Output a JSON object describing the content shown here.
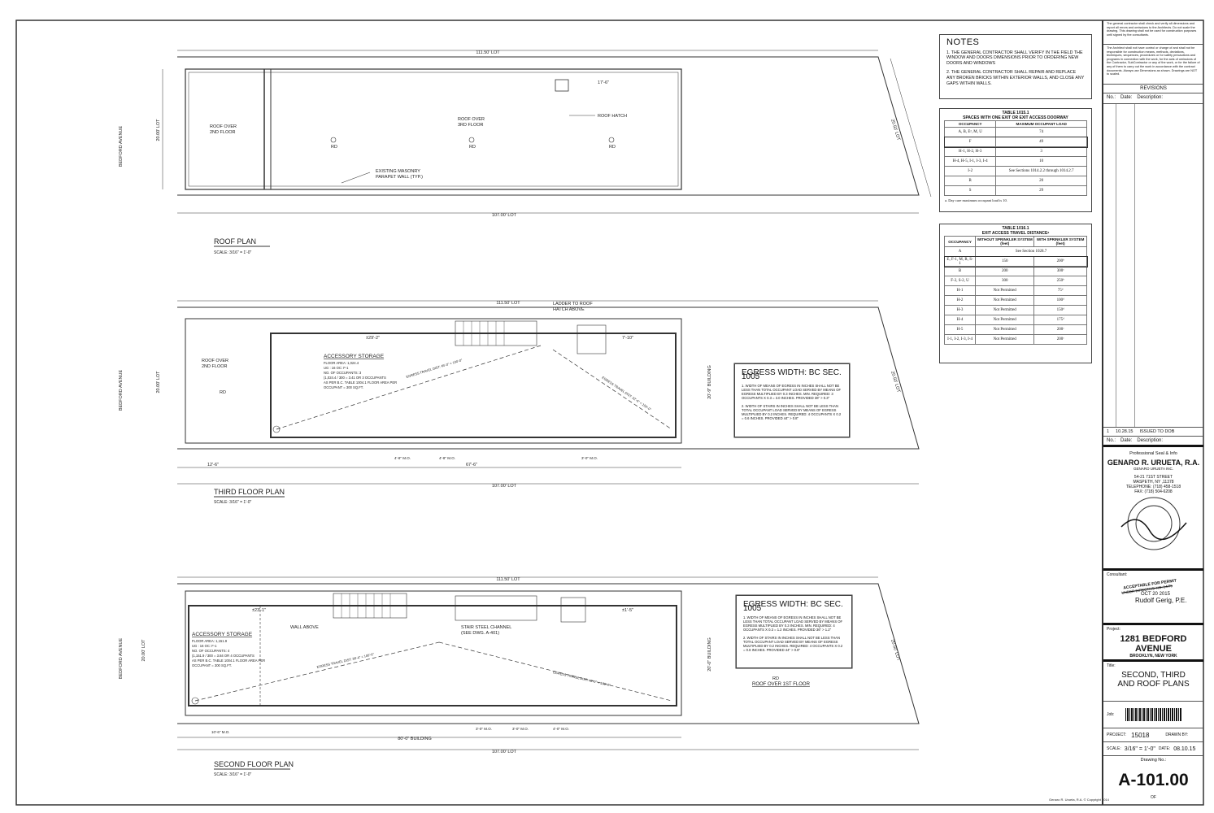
{
  "street": "BEDFORD AVENUE",
  "roof_plan": {
    "title": "ROOF PLAN",
    "scale": "SCALE: 3/16\" = 1'-0\"",
    "dim_top": "111.50' LOT",
    "dim_bottom": "107.00' LOT",
    "dim_left": "20.00' LOT",
    "dim_right": "20.50' LOT",
    "label_left": [
      "ROOF OVER",
      "2ND FLOOR"
    ],
    "label_main": [
      "ROOF OVER",
      "3RD FLOOR"
    ],
    "rd": "RD",
    "hatch": "ROOF HATCH",
    "hatch_dim": "17'-6\"",
    "parapet": [
      "EXISTING MASONRY",
      "PARAPET WALL (TYP.)"
    ]
  },
  "third_floor": {
    "title": "THIRD FLOOR PLAN",
    "scale": "SCALE: 3/16\" = 1'-0\"",
    "dim_top": "111.50' LOT",
    "dim_bottom": "107.00' LOT",
    "dim_left": "20.00' LOT",
    "dim_right": "20.50' LOT",
    "dim_building": "67'-6\"",
    "dim_front": "12'-6\"",
    "dim_mid": "±29'-2\"",
    "dim_rear": "7'-10\"",
    "dim_height": "20'-9\" BUILDING",
    "ladder": [
      "LADDER TO ROOF",
      "HATCH ABOVE"
    ],
    "label_left": [
      "ROOF OVER",
      "2ND FLOOR"
    ],
    "rd": "RD",
    "room": {
      "name": "ACCESSORY STORAGE",
      "lines": [
        "FLOOR AREA: 1,024.4",
        "UG : 16    OC: F-1",
        "NO. OF OCCUPANTS: 3",
        "(1,024.4 / 300 = 3.41 OR 3 OCCUPANTS",
        "AS PER B.C. TABLE 1004.1 FLOOR AREA PER",
        "OCCUPANT = 300 SQ.FT."
      ]
    },
    "egress_path_1": "EGRESS TRAVEL DIST: 45'-0\" < 100'-0\"",
    "egress_path_2": "EGRESS TRAVEL DIST: 32'-6\" < 100'-0\"",
    "openings": [
      "4'-8\" M.O.",
      "4'-8\" M.O.",
      "3'-0\" M.O."
    ],
    "egress_box": {
      "title": "EGRESS WIDTH: BC SEC. 1005",
      "items": [
        "1.   WIDTH OF MEANS OF EGRESS IN INCHES SHALL NOT BE LESS THAN TOTAL OCCUPANT LOAD SERVED BY MEANS OF EGRESS MULTIPLIED BY 0.3 INCHES. MIN. REQUIRED: 3 OCCUPANTS X 0.3 = 3.0 INCHES. PROVIDED 36\" > 0.3\"",
        "2.   WIDTH OF STAIRS IN INCHES SHALL NOT BE LESS THAN TOTAL OCCUPANT LOAD SERVED BY MEANS OF EGRESS MULTIPLIED BY 0.2 INCHES. REQUIRED: 4 OCCUPANTS X 0.2 = 0.6 INCHES. PROVIDED 44\" > 0.8\""
      ]
    }
  },
  "second_floor": {
    "title": "SECOND FLOOR PLAN",
    "scale": "SCALE: 3/16\" = 1'-0\"",
    "dim_top": "111.50' LOT",
    "dim_bottom": "107.00' LOT",
    "dim_left": "20.00' LOT",
    "dim_right": "20.50' LOT",
    "dim_building": "80'-0\" BUILDING",
    "dim_height": "20'-0\" BUILDING",
    "dim_front": "10'-6\" M.O.",
    "dim_mid": "±23'-1\"",
    "dim_rear": "±1'-5\"",
    "wall_above": "WALL ABOVE",
    "stair_channel": [
      "STAIR STEEL CHANNEL",
      "(SEE DWG. A-401)"
    ],
    "room": {
      "name": "ACCESSORY STORAGE",
      "lines": [
        "FLOOR AREA: 1,151.9",
        "UG : 16    OC: F-1",
        "NO. OF OCCUPANTS: 4",
        "(1,151.9 / 300 = 3.84 OR 4 OCCUPANTS",
        "AS PER B.C. TABLE 1004.1 FLOOR AREA PER",
        "OCCUPANT = 300 SQ.FT."
      ]
    },
    "egress_path_1": "EGRESS TRAVEL DIST: 38'-4\" < 100'-0\"",
    "egress_path_2": "EGRESS TRAVEL DIST: 40'-0\" < 100'-0\"",
    "openings": [
      "3'-0\" M.O.",
      "3'-0\" M.O.",
      "4'-0\" M.O."
    ],
    "rd": "RD",
    "roof_over": "ROOF OVER 1ST FLOOR",
    "egress_box": {
      "title": "EGRESS WIDTH: BC SEC. 1005",
      "items": [
        "1.   WIDTH OF MEANS OF EGRESS IN INCHES SHALL NOT BE LESS THAN TOTAL OCCUPANT LOAD SERVED BY MEANS OF EGRESS MULTIPLIED BY 0.3 INCHES. MIN. REQUIRED: 4 OCCUPANTS X 0.3 = 1.2 INCHES. PROVIDED 36\" > 1.2\"",
        "2.   WIDTH OF STAIRS IN INCHES SHALL NOT BE LESS THAN TOTAL OCCUPANT LOAD SERVED BY MEANS OF EGRESS MULTIPLIED BY 0.2 INCHES. REQUIRED: 4 OCCUPANTS X 0.2 = 0.8 INCHES. PROVIDED 44\" > 0.8\""
      ]
    }
  },
  "notes": {
    "title": "NOTES",
    "items": [
      "1.  THE GENERAL CONTRACTOR SHALL VERIFY IN THE FIELD THE WINDOW AND DOORS DIMENSIONS PRIOR TO ORDERING NEW DOORS AND WINDOWS",
      "2.  THE GENERAL CONTRACTOR SHALL REPAIR AND REPLACE ANY BROKEN BRICKS WITHIN EXTERIOR WALLS, AND CLOSE ANY GAPS WITHIN WALLS."
    ]
  },
  "table_1015": {
    "title": "TABLE 1015.1",
    "subtitle": "SPACES WITH ONE EXIT OR EXIT ACCESS DOORWAY",
    "headers": [
      "OCCUPANCY",
      "MAXIMUM OCCUPANT LOAD"
    ],
    "rows": [
      [
        "A, B, Eᵃ, M, U",
        "74"
      ],
      [
        "F",
        "49"
      ],
      [
        "H-1, H-2, H-3",
        "3"
      ],
      [
        "H-4, H-5, I-1, I-3, I-4",
        "10"
      ],
      [
        "I-2",
        "See Sections 1014.2.2 through 1014.2.7"
      ],
      [
        "R",
        "20"
      ],
      [
        "S",
        "29"
      ]
    ],
    "footnote": "a. Day care maximum occupant load is 10."
  },
  "table_1016": {
    "title": "TABLE 1016.1",
    "subtitle": "EXIT ACCESS TRAVEL DISTANCEᵃ",
    "headers": [
      "OCCUPANCY",
      "WITHOUT SPRINKLER SYSTEM (feet)",
      "WITH SPRINKLER SYSTEM (feet)"
    ],
    "row_a": [
      "A",
      "See Section 1028.7"
    ],
    "rows": [
      [
        "E, F-1, M, R, S-1",
        "150",
        "200ᵇ"
      ],
      [
        "B",
        "200",
        "300ᶜ"
      ],
      [
        "F-2, S-2, U",
        "300",
        "250ᵇ"
      ],
      [
        "H-1",
        "Not Permitted",
        "75ᵈ"
      ],
      [
        "H-2",
        "Not Permitted",
        "100ᵈ"
      ],
      [
        "H-3",
        "Not Permitted",
        "150ᵈ"
      ],
      [
        "H-4",
        "Not Permitted",
        "175ᵈ"
      ],
      [
        "H-5",
        "Not Permitted",
        "200ᶜ"
      ],
      [
        "I-1, I-2, I-3, I-4",
        "Not Permitted",
        "200ᶜ"
      ]
    ]
  },
  "title_block": {
    "disclaimer_1": "The general contractor shall check and verify all dimensions and report all errors and omissions to the Architects. Do not scale the drawing. This drawing shall not be used for construction purposes until signed by the consultants.",
    "disclaimer_2": "The Architect shall not have control or charge of and shall not be responsible for construction means, methods, deviations, techniques, sequences, procedures or for safety precautions and programs in connection with the work, for the acts of omissions of the Contractor, SubContractor or any of the work, or for the failure of any of them to carry out the work in accordance with the contract documents. Always use Dimensions as shown. Drawings are NOT to scaled.",
    "revisions_title": "REVISIONS",
    "col_no": "No.:",
    "col_date": "Date:",
    "col_desc": "Description:",
    "revision": {
      "no": "1",
      "date": "10.28.15",
      "desc": "ISSUED TO DOB"
    },
    "seal_label": "Professional Seal & Info",
    "architect": "GENARO R. URUETA, R.A.",
    "firm": "GENARO URUETA INC.",
    "address": [
      "54-21 71ST STREET",
      "MASPETH, NY ,11378",
      "TELEPHONE: (718) 458-1518",
      "FAX: (718) 504-6208"
    ],
    "consultant_label": "Consultant:",
    "stamp": [
      "ACCEPTABLE FOR PERMIT",
      "UNDER DIRECTIVE NO. 14/75",
      "OCT 20 2015",
      "Rudolf Gerig, P.E."
    ],
    "project_label": "Project:",
    "project_name": "1281 BEDFORD AVENUE",
    "project_city": "BROOKLYN, NEW YORK",
    "title_label": "Title:",
    "title_lines": [
      "SECOND, THIRD",
      "AND ROOF PLANS"
    ],
    "job_label": "Job:",
    "project_no_label": "PROJECT:",
    "project_no": "15018",
    "drawn_label": "DRAWN BY:",
    "scale_label": "SCALE:",
    "scale": "3/16\" = 1'-0\"",
    "date_label": "DATE:",
    "date": "08.10.15",
    "drawing_no_label": "Drawing No.:",
    "drawing_no": "A-101.00",
    "of": "OF"
  },
  "copyright": "Genaro R. Urueta, R.A. © Copyright 2014"
}
